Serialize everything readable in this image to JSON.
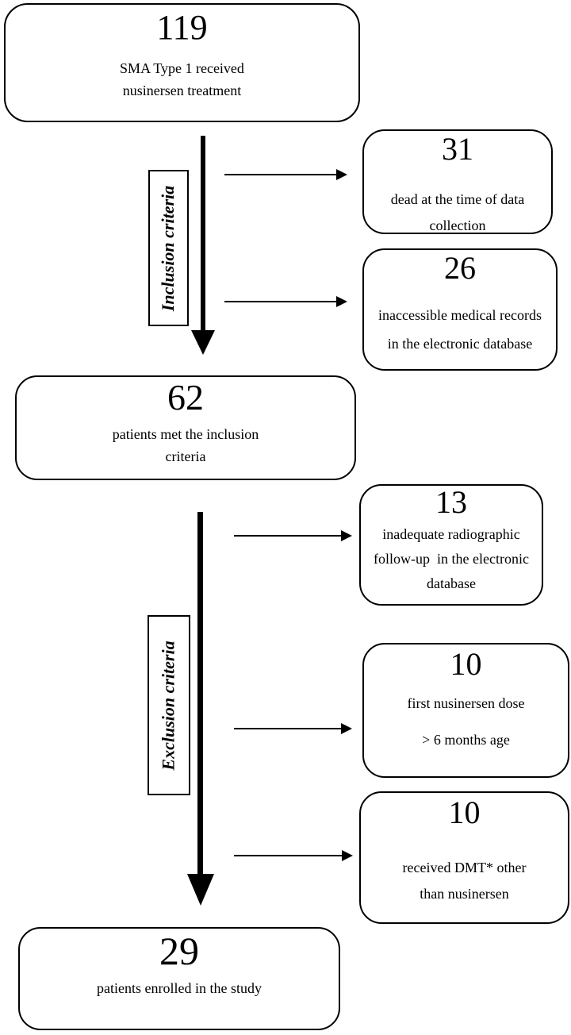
{
  "diagram": {
    "type": "patient-flow-chart",
    "colors": {
      "ink": "#000000",
      "background": "#ffffff"
    },
    "stage_labels": {
      "inclusion": "Inclusion criteria",
      "exclusion": "Exclusion criteria"
    },
    "nodes": {
      "start": {
        "count": "119",
        "lines": [
          "SMA Type 1 received",
          "nusinersen treatment"
        ]
      },
      "dead": {
        "count": "31",
        "lines": [
          "dead at the time of data",
          "collection"
        ]
      },
      "inaccessible": {
        "count": "26",
        "lines": [
          "inaccessible medical records",
          "in the electronic database"
        ]
      },
      "included": {
        "count": "62",
        "lines": [
          "patients met the inclusion",
          "criteria"
        ]
      },
      "inadequate": {
        "count": "13",
        "lines": [
          "inadequate radiographic",
          "follow-up  in the electronic",
          "database"
        ]
      },
      "late_dose": {
        "count": "10",
        "lines": [
          "first nusinersen dose",
          "> 6 months age"
        ]
      },
      "other_dmt": {
        "count": "10",
        "lines": [
          "received DMT* other",
          "than nusinersen"
        ]
      },
      "enrolled": {
        "count": "29",
        "lines": [
          "patients enrolled in the study"
        ]
      }
    },
    "connectors": [
      {
        "from": "start",
        "to": "included",
        "style": "thick-down-arrow",
        "label": "Inclusion criteria"
      },
      {
        "from": "inclusion-flow",
        "to": "dead",
        "style": "thin-right-arrow"
      },
      {
        "from": "inclusion-flow",
        "to": "inaccessible",
        "style": "thin-right-arrow"
      },
      {
        "from": "included",
        "to": "enrolled",
        "style": "thick-down-arrow",
        "label": "Exclusion criteria"
      },
      {
        "from": "exclusion-flow",
        "to": "inadequate",
        "style": "thin-right-arrow"
      },
      {
        "from": "exclusion-flow",
        "to": "late_dose",
        "style": "thin-right-arrow"
      },
      {
        "from": "exclusion-flow",
        "to": "other_dmt",
        "style": "thin-right-arrow"
      }
    ]
  }
}
